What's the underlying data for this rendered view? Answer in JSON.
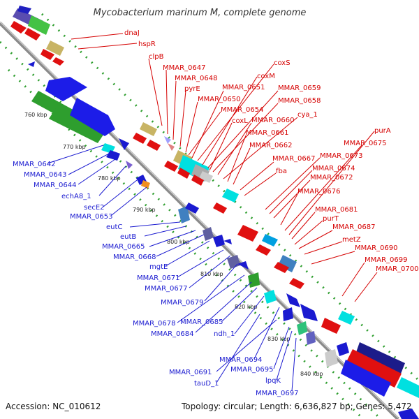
{
  "title": "Mycobacterium marinum M, complete genome",
  "footer": {
    "accession": "Accession: NC_010612",
    "summary": "Topology: circular; Length: 6,636,827 bp; Genes: 5,472"
  },
  "colors": {
    "forward_label": "#d50000",
    "reverse_label": "#1a1ad0",
    "backbone": "#999999",
    "tick": "#2e9e2e"
  },
  "kbp_markers": [
    "760 kbp",
    "770 kbp",
    "780 kbp",
    "790 kbp",
    "800 kbp",
    "810 kbp",
    "820 kbp",
    "830 kbp",
    "840 kbp"
  ],
  "forward_genes": [
    "dnaJ",
    "hspR",
    "clpB",
    "MMAR_0647",
    "MMAR_0648",
    "pyrE",
    "MMAR_0650",
    "MMAR_0651",
    "coxS",
    "coxM",
    "MMAR_0659",
    "MMAR_0658",
    "MMAR_0654",
    "coxL",
    "MMAR_0660",
    "cya_1",
    "MMAR_0661",
    "MMAR_0662",
    "MMAR_0667",
    "fba",
    "MMAR_0673",
    "MMAR_0674",
    "MMAR_0672",
    "MMAR_0676",
    "MMAR_0675",
    "purA",
    "MMAR_0681",
    "purT",
    "MMAR_0687",
    "metZ",
    "MMAR_0690",
    "MMAR_0699",
    "MMAR_0700"
  ],
  "reverse_genes": [
    "MMAR_0642",
    "MMAR_0643",
    "MMAR_0644",
    "echA8_1",
    "secE2",
    "MMAR_0653",
    "eutC",
    "eutB",
    "MMAR_0665",
    "MMAR_0668",
    "mgtE",
    "MMAR_0671",
    "MMAR_0677",
    "MMAR_0679",
    "MMAR_0678",
    "MMAR_0684",
    "MMAR_0685",
    "ndh_1",
    "MMAR_0694",
    "MMAR_0691",
    "MMAR_0695",
    "lpqK",
    "tauD_1",
    "MMAR_0697"
  ]
}
